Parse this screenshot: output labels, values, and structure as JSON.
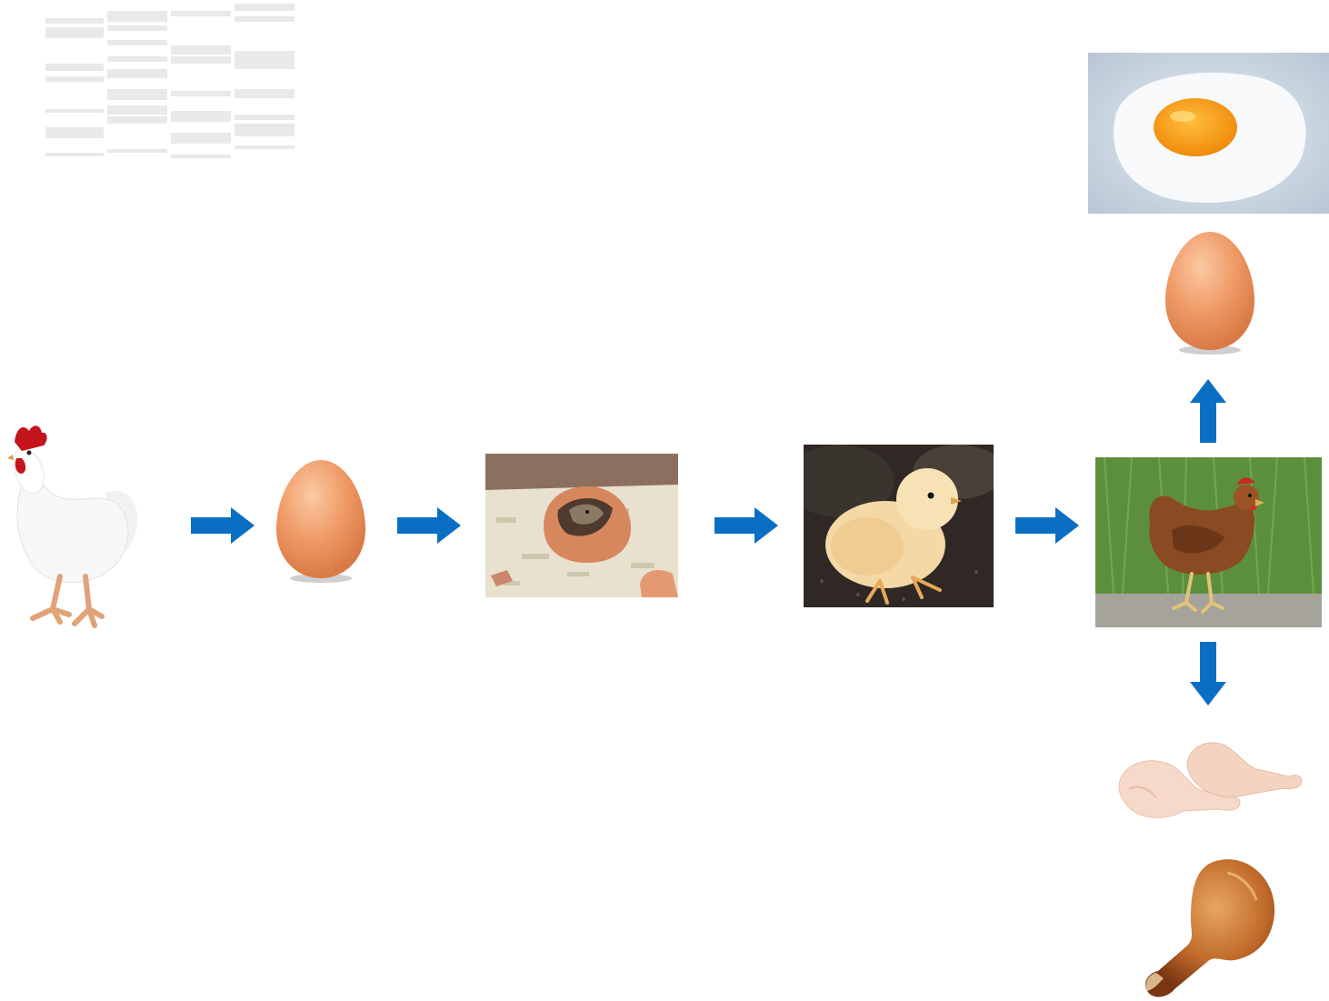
{
  "diagram": {
    "theme": {
      "arrow_color": "#0a6fc2",
      "egg_color": "#ee9a63",
      "shell_color": "#d7875e"
    },
    "nodes": [
      {
        "id": "rooster",
        "icon": "white-rooster"
      },
      {
        "id": "egg",
        "icon": "brown-egg"
      },
      {
        "id": "hatching",
        "icon": "hatching-chick-in-egg"
      },
      {
        "id": "chick",
        "icon": "yellow-chick"
      },
      {
        "id": "hen",
        "icon": "brown-hen-on-grass"
      },
      {
        "id": "egg-out",
        "icon": "brown-egg"
      },
      {
        "id": "fried-egg",
        "icon": "fried-egg"
      },
      {
        "id": "raw-legs",
        "icon": "raw-chicken-legs"
      },
      {
        "id": "roast-leg",
        "icon": "roasted-chicken-leg"
      }
    ],
    "flows": [
      {
        "from": "rooster",
        "to": "egg",
        "direction": "right"
      },
      {
        "from": "egg",
        "to": "hatching",
        "direction": "right"
      },
      {
        "from": "hatching",
        "to": "chick",
        "direction": "right"
      },
      {
        "from": "chick",
        "to": "hen",
        "direction": "right"
      },
      {
        "from": "hen",
        "to": "egg-out",
        "direction": "up"
      },
      {
        "from": "hen",
        "to": "raw-legs",
        "direction": "down"
      }
    ]
  }
}
